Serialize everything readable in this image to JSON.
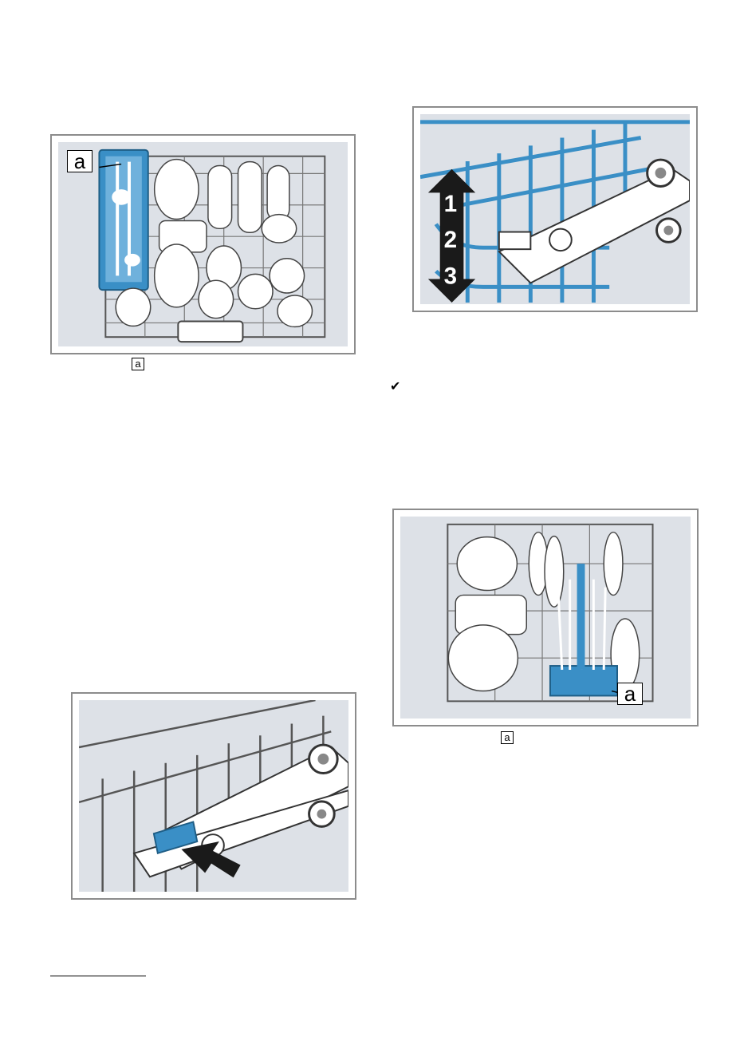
{
  "figures": {
    "upper_basket": {
      "callout": "a"
    },
    "rackmatic_levels": {
      "levels": [
        "1",
        "2",
        "3"
      ]
    },
    "rack_release": {},
    "lower_basket": {
      "callout": "a"
    }
  },
  "references": {
    "upper_ref": "a",
    "lower_ref": "a"
  },
  "check_mark": "✔",
  "colors": {
    "accent": "#3a8fc6",
    "frame": "#8c8c8c",
    "panel": "#dde1e7",
    "arrow": "#1a1a1a"
  }
}
